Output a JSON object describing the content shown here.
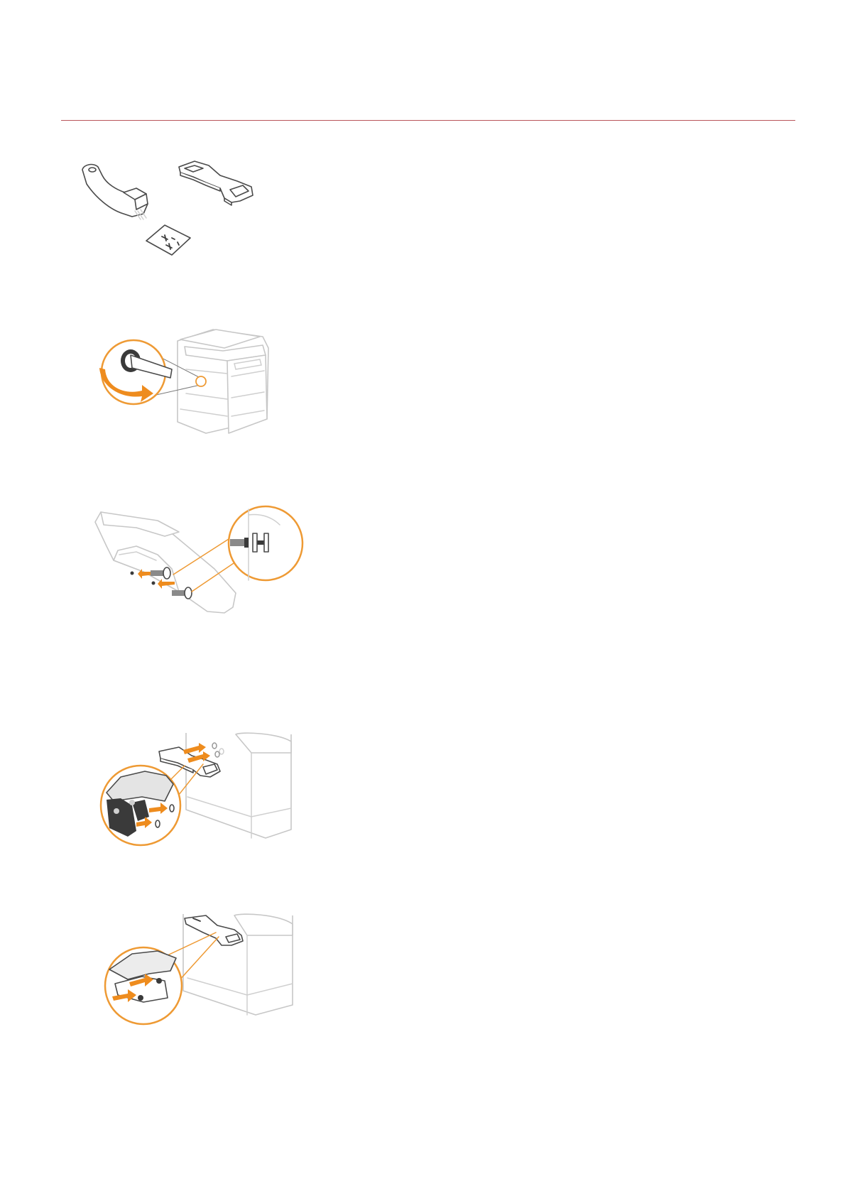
{
  "colors": {
    "rule": "#b9555a",
    "accent_orange": "#ee8c1e",
    "line_dark": "#4a4a4a",
    "line_light": "#c7c7c7"
  },
  "figures": [
    {
      "id": "package-contents",
      "icons": [
        "handset-icon",
        "handset-holder-icon",
        "screws-bag-icon"
      ]
    },
    {
      "id": "remove-hole-caps",
      "icons": [
        "machine-icon",
        "rotate-arrow-icon",
        "screwdriver-icon"
      ]
    },
    {
      "id": "insert-screws-in-handset",
      "icons": [
        "handset-underside-icon",
        "screw-icon",
        "zoom-callout-icon"
      ]
    },
    {
      "id": "attach-handset-to-holder",
      "icons": [
        "handset-holder-icon",
        "machine-icon",
        "push-arrow-icon"
      ]
    },
    {
      "id": "fasten-holder-to-machine",
      "icons": [
        "handset-holder-icon",
        "machine-icon",
        "push-arrow-icon"
      ]
    }
  ]
}
